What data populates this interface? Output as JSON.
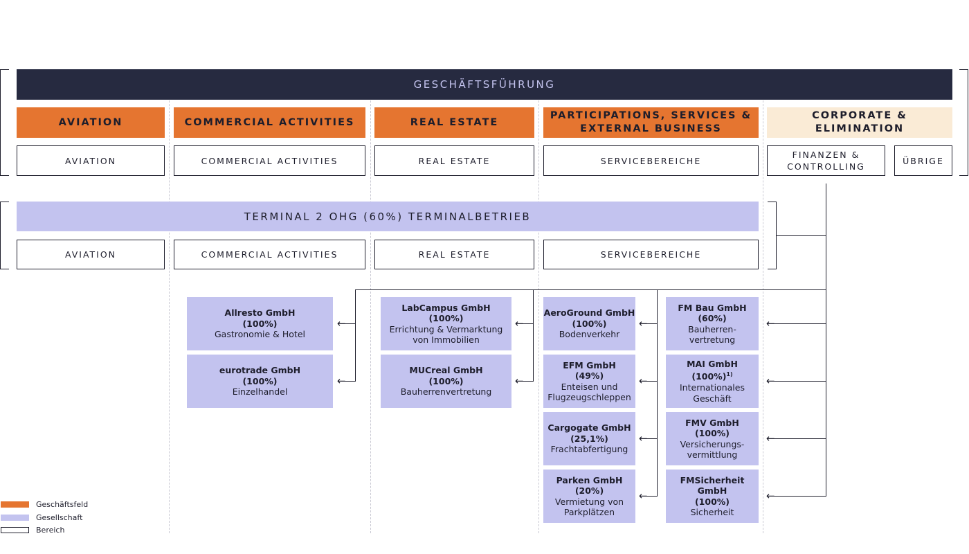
{
  "header": {
    "title": "GESCHÄFTSFÜHRUNG"
  },
  "segments": {
    "aviation": "AVIATION",
    "commercial": "COMMERCIAL ACTIVITIES",
    "real_estate": "REAL ESTATE",
    "participations": [
      "PARTICIPATIONS, SERVICES &",
      "EXTERNAL BUSINESS"
    ],
    "corporate": [
      "CORPORATE &",
      "ELIMINATION"
    ]
  },
  "areas": {
    "aviation": "AVIATION",
    "commercial": "COMMERCIAL ACTIVITIES",
    "real_estate": "REAL ESTATE",
    "services": "SERVICEBEREICHE",
    "finance": [
      "FINANZEN &",
      "CONTROLLING"
    ],
    "other": "ÜBRIGE"
  },
  "terminal": {
    "title": "TERMINAL 2 OHG (60%) TERMINALBETRIEB",
    "areas": {
      "aviation": "AVIATION",
      "commercial": "COMMERCIAL ACTIVITIES",
      "real_estate": "REAL ESTATE",
      "services": "SERVICEBEREICHE"
    }
  },
  "companies": {
    "allresto": {
      "name": "Allresto GmbH",
      "share": "(100%)",
      "desc": [
        "Gastronomie & Hotel"
      ]
    },
    "eurotrade": {
      "name": "eurotrade GmbH",
      "share": "(100%)",
      "desc": [
        "Einzelhandel"
      ]
    },
    "labcampus": {
      "name": "LabCampus GmbH",
      "share": "(100%)",
      "desc": [
        "Errichtung & Vermarktung",
        "von Immobilien"
      ]
    },
    "mucreal": {
      "name": "MUCreal GmbH",
      "share": "(100%)",
      "desc": [
        "Bauherrenvertretung"
      ]
    },
    "aeroground": {
      "name": "AeroGround GmbH",
      "share": "(100%)",
      "desc": [
        "Bodenverkehr"
      ]
    },
    "efm": {
      "name": "EFM GmbH",
      "share": "(49%)",
      "desc": [
        "Enteisen und",
        "Flugzeugschleppen"
      ]
    },
    "cargogate": {
      "name": "Cargogate GmbH",
      "share": "(25,1%)",
      "desc": [
        "Frachtabfertigung"
      ]
    },
    "parken": {
      "name": "Parken GmbH",
      "share": "(20%)",
      "desc": [
        "Vermietung von",
        "Parkplätzen"
      ]
    },
    "fmbau": {
      "name": "FM Bau GmbH",
      "share": "(60%)",
      "desc": [
        "Bauherren-",
        "vertretung"
      ]
    },
    "mai": {
      "name": "MAI GmbH",
      "share": "(100%)",
      "footnote": "1)",
      "desc": [
        "Internationales",
        "Geschäft"
      ]
    },
    "fmv": {
      "name": "FMV GmbH",
      "share": "(100%)",
      "desc": [
        "Versicherungs-",
        "vermittlung"
      ]
    },
    "fmsicherheit": {
      "name": "FMSicherheit GmbH",
      "share": "(100%)",
      "desc": [
        "Sicherheit"
      ]
    }
  },
  "arrow_glyph": "←",
  "legend": {
    "business_field": "Geschäftsfeld",
    "company": "Gesellschaft",
    "area": "Bereich"
  },
  "colors": {
    "header": "#262a40",
    "business_field": "#e57530",
    "corporate": "#faebd6",
    "company": "#c3c3ef"
  }
}
